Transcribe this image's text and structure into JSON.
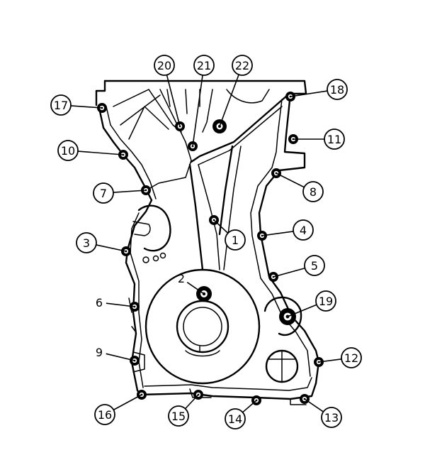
{
  "figure": {
    "bolts": [
      {
        "id": "1",
        "label": "1"
      },
      {
        "id": "2",
        "label": "2"
      },
      {
        "id": "3",
        "label": "3"
      },
      {
        "id": "4",
        "label": "4"
      },
      {
        "id": "5",
        "label": "5"
      },
      {
        "id": "6",
        "label": "6"
      },
      {
        "id": "7",
        "label": "7"
      },
      {
        "id": "8",
        "label": "8"
      },
      {
        "id": "9",
        "label": "9"
      },
      {
        "id": "10",
        "label": "10"
      },
      {
        "id": "11",
        "label": "11"
      },
      {
        "id": "12",
        "label": "12"
      },
      {
        "id": "13",
        "label": "13"
      },
      {
        "id": "14",
        "label": "14"
      },
      {
        "id": "15",
        "label": "15"
      },
      {
        "id": "16",
        "label": "16"
      },
      {
        "id": "17",
        "label": "17"
      },
      {
        "id": "18",
        "label": "18"
      },
      {
        "id": "19",
        "label": "19"
      },
      {
        "id": "20",
        "label": "20"
      },
      {
        "id": "21",
        "label": "21"
      },
      {
        "id": "22",
        "label": "22"
      }
    ]
  }
}
